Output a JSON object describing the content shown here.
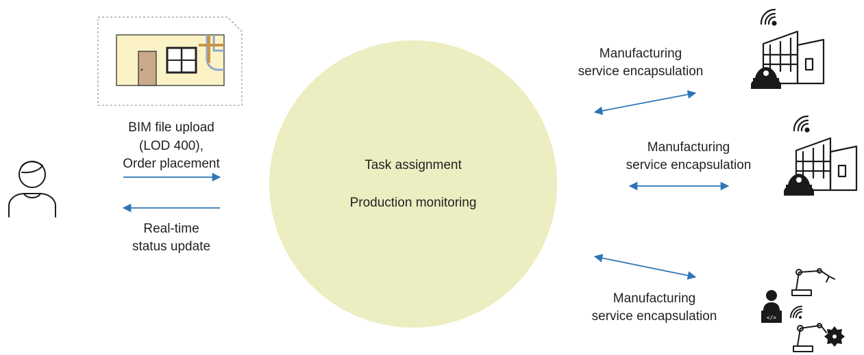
{
  "colors": {
    "circle_fill": "#ecedc1",
    "arrow": "#2e75b6",
    "text": "#222222",
    "icon_stroke": "#1a1a1a",
    "wall": "#fbf2c6",
    "door": "#c8aa8a",
    "pipe": "#8fa9c9",
    "beam": "#c9944a"
  },
  "client": {
    "icon": "person-outline-icon",
    "upload_label_line1": "BIM file upload",
    "upload_label_line2": "(LOD 400),",
    "upload_label_line3": "Order placement",
    "status_label_line1": "Real-time",
    "status_label_line2": "status update"
  },
  "bim_model": {
    "icon": "bim-model-thumbnail-icon"
  },
  "platform": {
    "line1": "Task assignment",
    "line2": "Production monitoring"
  },
  "providers": [
    {
      "label_line1": "Manufacturing",
      "label_line2": "service encapsulation",
      "icon": "factory-with-worker-icon"
    },
    {
      "label_line1": "Manufacturing",
      "label_line2": "service encapsulation",
      "icon": "factory-with-worker-icon"
    },
    {
      "label_line1": "Manufacturing",
      "label_line2": "service encapsulation",
      "icon": "robot-arm-with-operator-icon"
    }
  ]
}
